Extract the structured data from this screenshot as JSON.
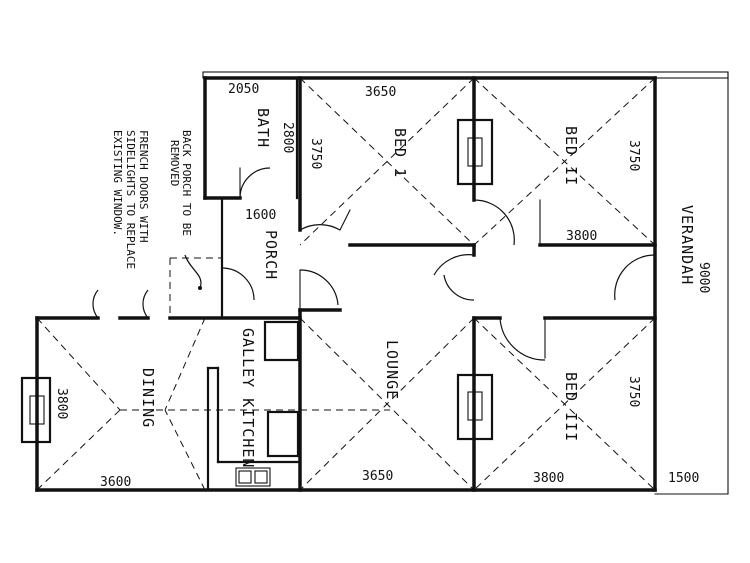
{
  "rooms": {
    "bath": "BATH",
    "bed1": "BED 1",
    "bed2": "BED II",
    "bed3": "BED III",
    "porch": "PORCH",
    "lounge": "LOUNGE",
    "dining": "DINING",
    "galley_kitchen": "GALLEY KITCHEN",
    "verandah": "VERANDAH"
  },
  "dimensions": {
    "bath_width": "2050",
    "bath_depth": "2800",
    "bed1_width": "3650",
    "bed1_depth": "3750",
    "bed2_depth": "3750",
    "bed2_width": "3800",
    "porch_width": "1600",
    "verandah_length": "9000",
    "verandah_width": "1500",
    "lounge_width": "3650",
    "bed3_width": "3800",
    "bed3_depth": "3750",
    "dining_width": "3600",
    "dining_depth": "3800"
  },
  "notes": {
    "back_porch_line1": "BACK PORCH TO BE",
    "back_porch_line2": "REMOVED",
    "french_doors_line1": "FRENCH DOORS WITH",
    "french_doors_line2": "SIDELIGHTS TO REPLACE",
    "french_doors_line3": "EXISTING WINDOW."
  }
}
